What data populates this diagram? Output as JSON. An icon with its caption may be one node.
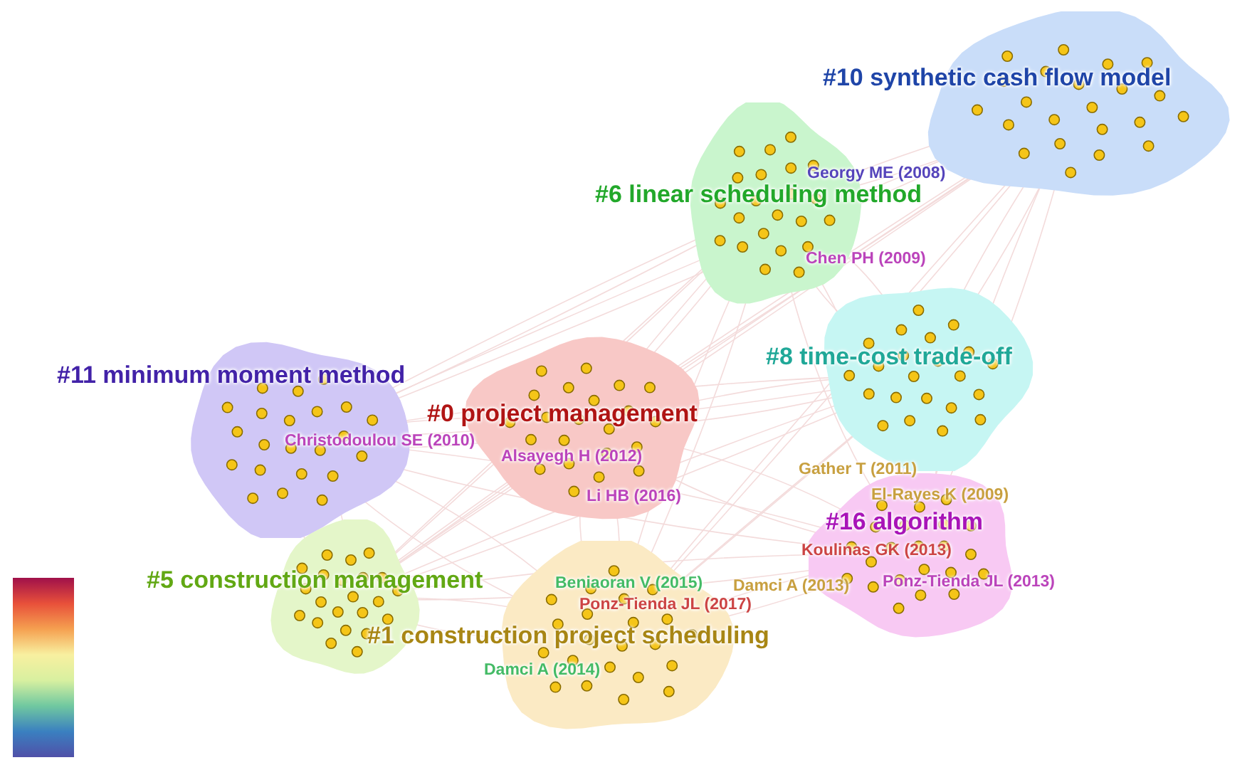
{
  "diagram": {
    "nodes": [
      {
        "text": [
          "#10 synthetic cash flow model"
        ]
      },
      {
        "text": [
          "#6 linear scheduling method"
        ]
      },
      {
        "text": [
          "#11 minimum moment method"
        ]
      },
      {
        "text": [
          "#8 time-cost trade-off"
        ]
      },
      {
        "text": [
          "#0 project management"
        ]
      },
      {
        "text": [
          "#16 algorithm"
        ]
      },
      {
        "text": [
          "#5 construction management"
        ]
      },
      {
        "text": [
          "#1 construction project scheduling"
        ]
      }
    ],
    "labels": [
      "Georgy ME (2008)",
      "Chen PH (2009)",
      "Christodoulou SE (2010)",
      "Alsayegh H (2012)",
      "Li HB (2016)",
      "Gather T (2011)",
      "El-Rayes K (2009)",
      "Koulinas GK (2013)",
      "Damci A (2013)",
      "Ponz-Tienda JL (2013)",
      "Beniaoran V (2015)",
      "Ponz-Tienda JL (2017)",
      "Damci A (2014)"
    ]
  }
}
